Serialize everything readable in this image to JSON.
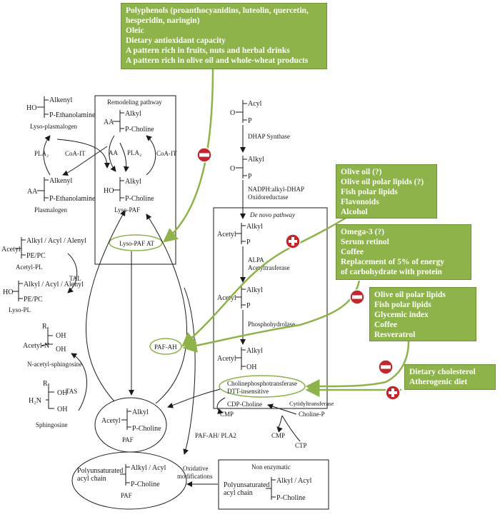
{
  "boxes": {
    "top": [
      "Polyphenols (proanthocyanidins, luteolin, quercetin,",
      "hesperidin, naringin)",
      "Oleic",
      "Dietary antioxidant capacity",
      "A pattern rich in fruits, nuts and herbal drinks",
      "A pattern rich in olive oil and whole-wheat products"
    ],
    "olive": [
      "Olive oil (?)",
      "Olive oil polar lipids (?)",
      "Fish polar lipids",
      "Flavonoids",
      "Alcohol"
    ],
    "omega": [
      "Omega-3 (?)",
      "Serum retinol",
      "Coffee",
      "Replacement of 5% of energy",
      "of carbohydrate with protein"
    ],
    "polar": [
      "Olive oil polar lipids",
      "Fish polar lipids",
      "Glycemic index",
      "Coffee",
      "Resveratrol"
    ],
    "chol": [
      "Dietary cholesterol",
      "Atherogenic diet"
    ]
  },
  "labels": {
    "remodeling": "Remodeling  pathway",
    "denovo": "De novo pathway",
    "nonenzymatic": "Non enzymatic",
    "alkenyl": "Alkenyl",
    "ho": "HO",
    "pethanol": "P-Ethanolamine",
    "lysoplasmalogen": "Lyso-plasmalogen",
    "pla2": "PLA₂",
    "coait": "CoA-IT",
    "aa": "AA",
    "alkyl": "Alkyl",
    "pcholine": "P-Choline",
    "plasmalogen": "Plasmalogen",
    "lysopaf": "Lyso-PAF",
    "lysopafat": "Lyso-PAF AT",
    "acetyl": "Acetyl",
    "aaa": "Alkyl / Acyl / Alenyl",
    "pepc": "PE/PC",
    "acetylpl": "Acetyl-PL",
    "tal": "TAL",
    "lysopl": "Lyso-PL",
    "r": "R",
    "oh": "OH",
    "acetyln": "Acetyl-N",
    "nacetyl": "N-acetyl-sphingosine",
    "tas": "TAS",
    "h2n": "H₂N",
    "sphingosine": "Sphingosine",
    "acyl": "Acyl",
    "o": "O",
    "p": "P",
    "dhap": "DHAP Synthase",
    "nadph1": "NADPH:alkyl-DHAP",
    "nadph2": "Oxidoreductase",
    "alpa1": "ALPA",
    "alpa2": "Acetyltrasferase",
    "phospho": "Phosphohydrolase",
    "pafah": "PAF-AH",
    "choline1": "Cholinephosphotransferase",
    "choline2": "DTT-insensitive",
    "cdp": "CDP-Choline",
    "cmp": "CMP",
    "cytidyl": "Cytidyltransferase",
    "cholinep": "Choline-P",
    "ctp": "CTP",
    "paf": "PAF",
    "pafahpla2": "PAF-AH/ PLA2",
    "oxid1": "Oxidative",
    "oxid2": "modifications",
    "poly1": "Polyunsaturated",
    "poly2": "acyl chain",
    "alkylacyl": "Alkyl / Acyl"
  },
  "colors": {
    "green": "#8db34a",
    "red": "#c0282d"
  }
}
